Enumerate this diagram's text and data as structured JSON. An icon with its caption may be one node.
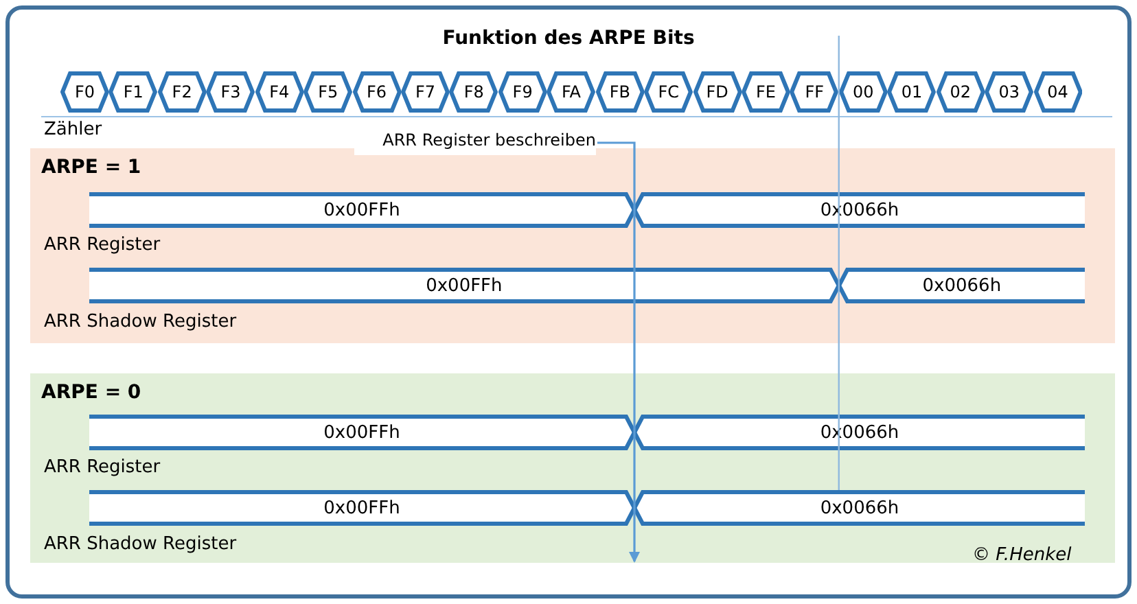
{
  "diagram": {
    "title": "Funktion des ARPE Bits",
    "nodes": [
      {
        "text": [
          "F0"
        ]
      },
      {
        "text": [
          "F1"
        ]
      },
      {
        "text": [
          "F2"
        ]
      },
      {
        "text": [
          "F3"
        ]
      },
      {
        "text": [
          "F4"
        ]
      },
      {
        "text": [
          "F5"
        ]
      },
      {
        "text": [
          "F6"
        ]
      },
      {
        "text": [
          "F7"
        ]
      },
      {
        "text": [
          "F8"
        ]
      },
      {
        "text": [
          "F9"
        ]
      },
      {
        "text": [
          "FA"
        ]
      },
      {
        "text": [
          "FB"
        ]
      },
      {
        "text": [
          "FC"
        ]
      },
      {
        "text": [
          "FD"
        ]
      },
      {
        "text": [
          "FE"
        ]
      },
      {
        "text": [
          "FF"
        ]
      },
      {
        "text": [
          "00"
        ]
      },
      {
        "text": [
          "01"
        ]
      },
      {
        "text": [
          "02"
        ]
      },
      {
        "text": [
          "03"
        ]
      },
      {
        "text": [
          "04"
        ]
      },
      {
        "text": [
          "ARPE = 1"
        ]
      },
      {
        "text": [
          "0x00FFh"
        ],
        "in": 21
      },
      {
        "text": [
          "0x0066h"
        ],
        "in": 21
      },
      {
        "text": [
          "0x00FFh"
        ],
        "in": 21
      },
      {
        "text": [
          "0x0066h"
        ],
        "in": 21
      },
      {
        "text": [
          "ARPE = 0"
        ]
      },
      {
        "text": [
          "0x00FFh"
        ],
        "in": 26
      },
      {
        "text": [
          "0x0066h"
        ],
        "in": 26
      },
      {
        "text": [
          "0x00FFh"
        ],
        "in": 26
      },
      {
        "text": [
          "0x0066h"
        ],
        "in": 26
      },
      {
        "text": [
          "ARR Register beschreiben"
        ]
      }
    ],
    "edges": [
      {
        "from": 31,
        "to": 26,
        "arrow": "to"
      }
    ],
    "labels": [
      "Zähler",
      "ARR Register",
      "ARR Shadow Register",
      "ARR Register",
      "ARR Shadow Register",
      "© F.Henkel"
    ]
  }
}
